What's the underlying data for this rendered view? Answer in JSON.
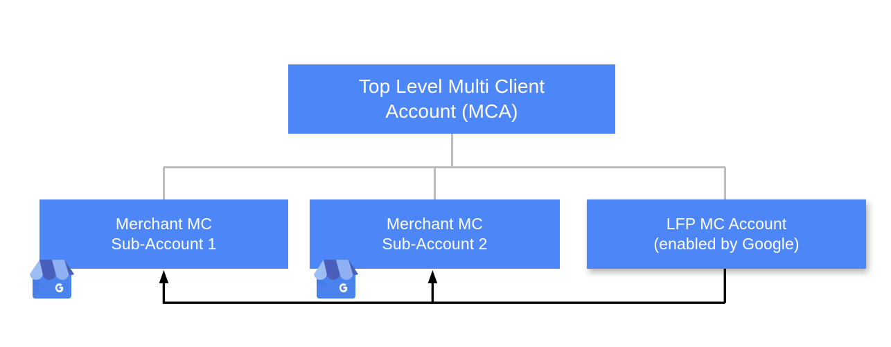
{
  "diagram": {
    "title": "Top Level Multi Client Account structure",
    "background_color": "#ffffff",
    "node_fill_color": "#4d87f7",
    "node_text_color": "#ffffff",
    "hierarchy_connector_color": "#bdbdbd",
    "data_flow_connector_color": "#000000",
    "nodes": {
      "top": {
        "label": "Top Level Multi Client\nAccount (MCA)",
        "line1": "Top Level Multi Client",
        "line2": "Account (MCA)"
      },
      "merchant_1": {
        "label": "Merchant MC\nSub-Account 1",
        "line1": "Merchant MC",
        "line2": "Sub-Account 1"
      },
      "merchant_2": {
        "label": "Merchant MC\nSub-Account 2",
        "line1": "Merchant MC",
        "line2": "Sub-Account 2"
      },
      "lfp": {
        "label": "LFP MC Account\n(enabled by Google)",
        "line1": "LFP MC Account",
        "line2": "(enabled by Google)"
      }
    },
    "icons": {
      "gbp_1": "google-business-profile-icon",
      "gbp_2": "google-business-profile-icon"
    },
    "connectors": {
      "hierarchy": "tree-branch-from-mca-to-three-children",
      "data_flow": "arrows-from-lfp-account-to-merchant-sub-accounts"
    }
  }
}
